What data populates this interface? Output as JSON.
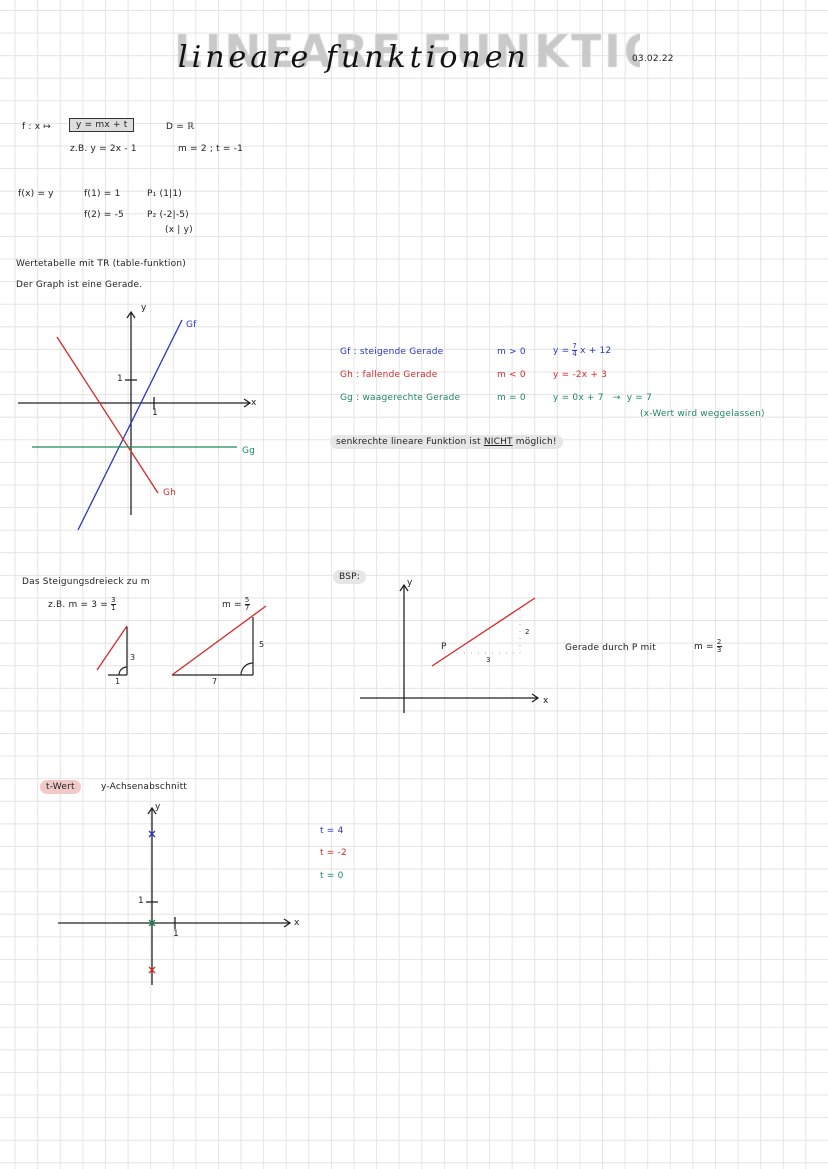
{
  "header": {
    "title_block": "LINEARE FUNKTIONEN",
    "title_script": "lineare funktionen",
    "date": "03.02.22"
  },
  "definition": {
    "mapping": "f : x ↦",
    "formula": "y = mx + t",
    "domain": "D = ℝ",
    "example": "z.B.  y = 2x - 1",
    "example_params": "m = 2 ; t = -1"
  },
  "values": {
    "fx": "f(x) = y",
    "f1": "f(1) = 1",
    "p1": "P₁ (1|1)",
    "f2": "f(2) = -5",
    "p2": "P₂ (-2|-5)",
    "xy": "(x | y)"
  },
  "notes": {
    "table": "Wertetabelle mit TR (table-funktion)",
    "graph": "Der Graph ist eine Gerade."
  },
  "graph1": {
    "y_label": "y",
    "x_label": "x",
    "tick_x": "1",
    "tick_y": "1",
    "gf": "Gf",
    "gh": "Gh",
    "gg": "Gg"
  },
  "lines": [
    {
      "name": "Gf",
      "desc": ": steigende Gerade",
      "cond": "m > 0",
      "eq": "y = ",
      "num": "7",
      "den": "4",
      "eq_rest": "x + 12"
    },
    {
      "name": "Gh",
      "desc": ": fallende Gerade",
      "cond": "m < 0",
      "eq": "y = -2x + 3"
    },
    {
      "name": "Gg",
      "desc": ": waagerechte Gerade",
      "cond": "m = 0",
      "eq": "y = 0x + 7",
      "arrow": "→",
      "result": "y = 7",
      "note": "(x-Wert wird weggelassen)"
    }
  ],
  "vertical_note": {
    "pre": "senkrechte lineare Funktion ist ",
    "emph": "NICHT",
    "post": " möglich!"
  },
  "slope": {
    "heading": "Das Steigungsdreieck zu m",
    "ex1": "z.B.  m = 3 = ",
    "ex1_num": "3",
    "ex1_den": "1",
    "ex2": "m = ",
    "ex2_num": "5",
    "ex2_den": "7",
    "t1_rise": "3",
    "t1_run": "1",
    "t2_rise": "5",
    "t2_run": "7"
  },
  "example": {
    "label": "BSP:",
    "y_label": "y",
    "x_label": "x",
    "p_label": "P",
    "rise": "2",
    "run": "3",
    "text": "Gerade durch P mit",
    "m": "m = ",
    "num": "2",
    "den": "3"
  },
  "intercept": {
    "label": "t-Wert",
    "desc": "y-Achsenabschnitt",
    "y_label": "y",
    "x_label": "x",
    "tick_x": "1",
    "tick_y": "1",
    "t1": "t = 4",
    "t2": "t = -2",
    "t3": "t = 0"
  },
  "colors": {
    "blue": "#2a35c4",
    "red": "#d42a2a",
    "green": "#1f8a5c"
  }
}
